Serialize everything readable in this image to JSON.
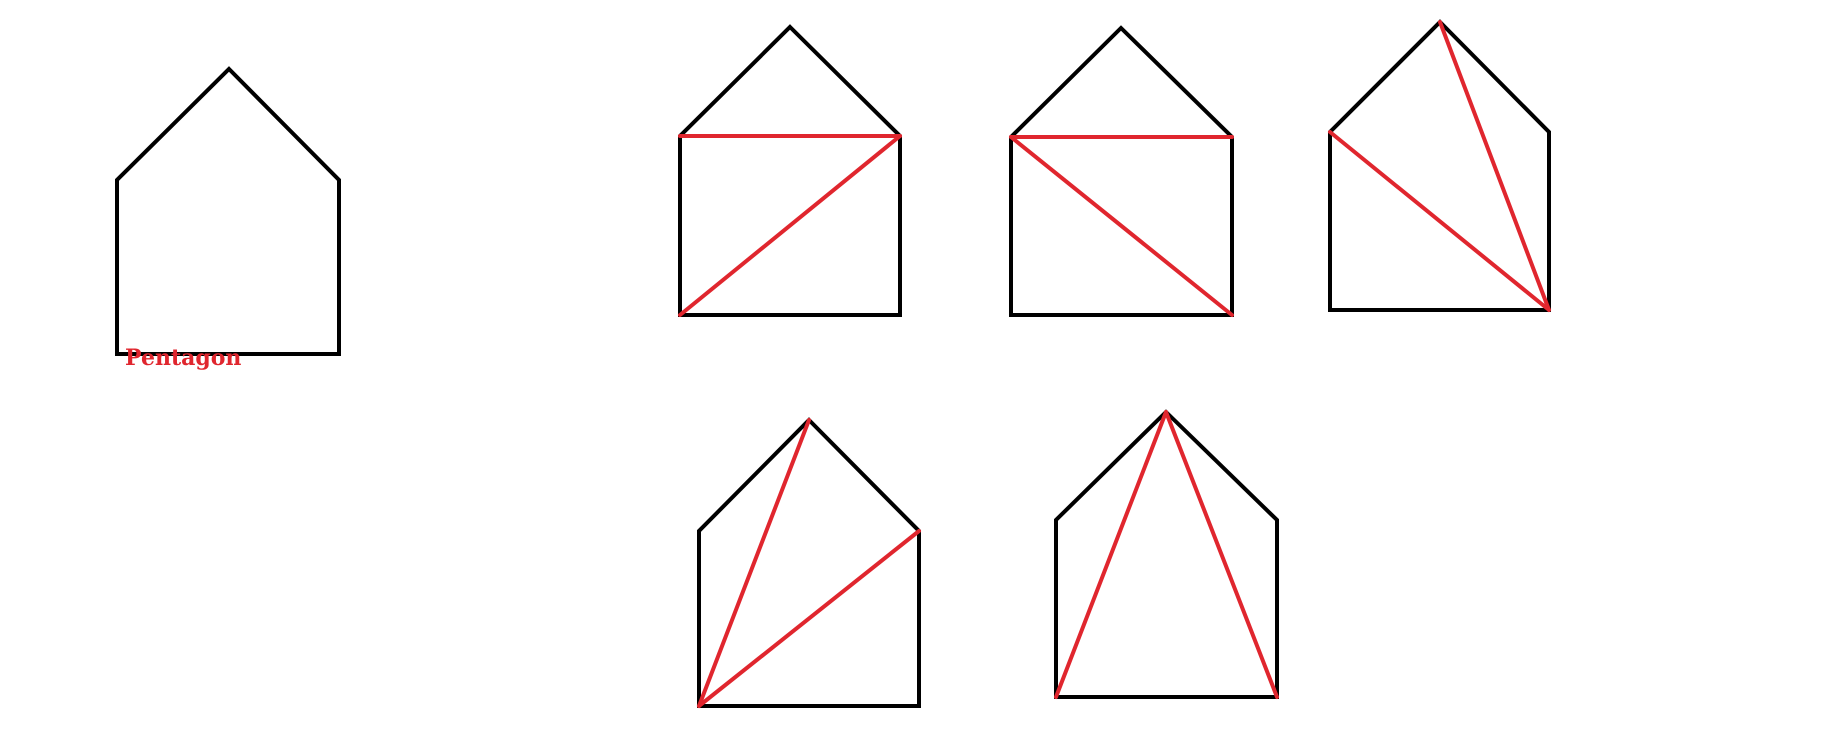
{
  "caption": "Pentagon",
  "colors": {
    "background": "#ffffff",
    "outline": "#000000",
    "diagonal": "#e0262e"
  },
  "figures": [
    {
      "name": "pentagon-original",
      "diagonals": []
    },
    {
      "name": "triangulation-1",
      "diagonals": [
        [
          "right",
          "left"
        ],
        [
          "right",
          "bottom-left"
        ]
      ]
    },
    {
      "name": "triangulation-2",
      "diagonals": [
        [
          "left",
          "right"
        ],
        [
          "left",
          "bottom-right"
        ]
      ]
    },
    {
      "name": "triangulation-3",
      "diagonals": [
        [
          "apex",
          "bottom-right"
        ],
        [
          "left",
          "bottom-right"
        ]
      ]
    },
    {
      "name": "triangulation-4",
      "diagonals": [
        [
          "apex",
          "bottom-left"
        ],
        [
          "right",
          "bottom-left"
        ]
      ]
    },
    {
      "name": "triangulation-5",
      "diagonals": [
        [
          "apex",
          "bottom-left"
        ],
        [
          "apex",
          "bottom-right"
        ]
      ]
    }
  ]
}
